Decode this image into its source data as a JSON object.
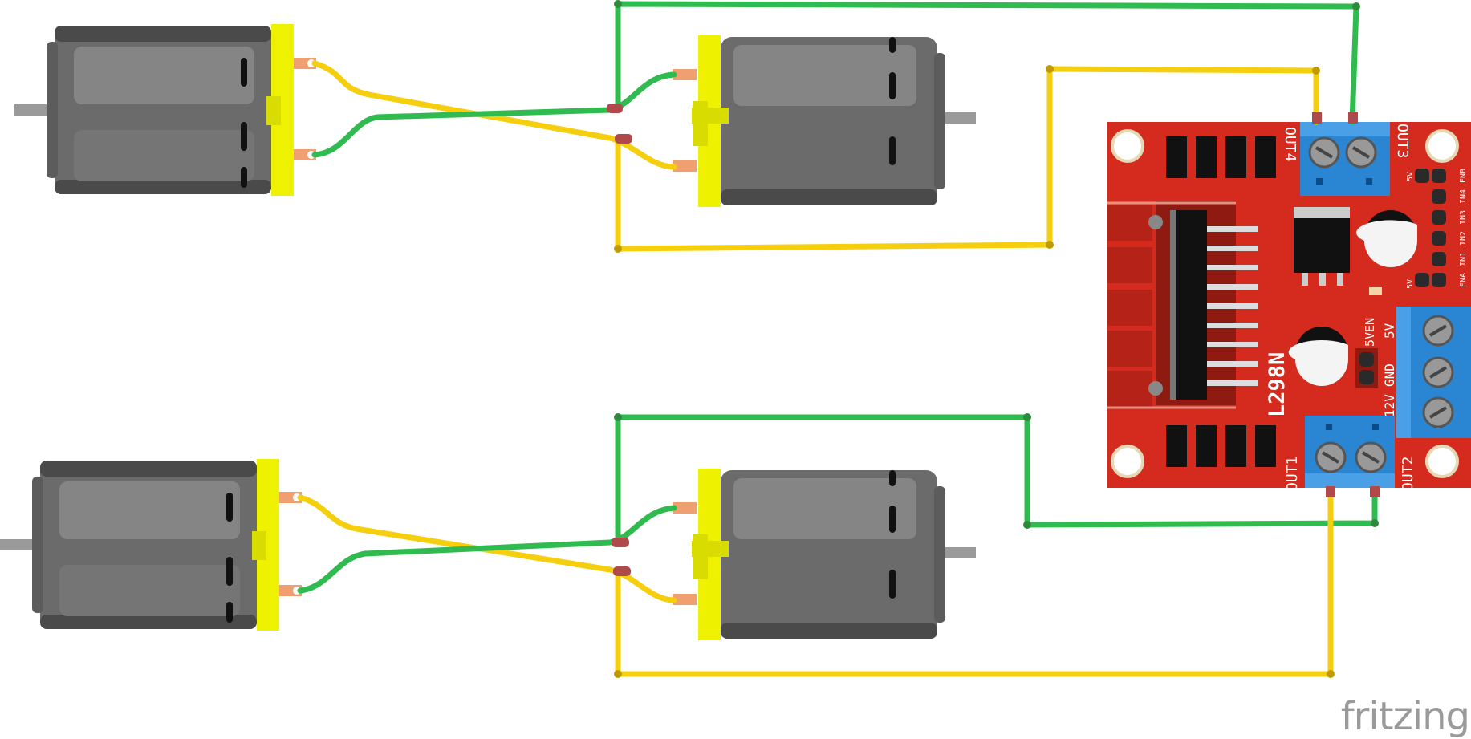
{
  "diagram": {
    "driver": {
      "chip_label": "L298N",
      "terminals": {
        "out1": "OUT1",
        "out2": "OUT2",
        "out3": "OUT3",
        "out4": "OUT4"
      },
      "power_labels": {
        "v12": "12V",
        "gnd": "GND",
        "v5": "5V"
      },
      "jumper_label": "5VEN",
      "header_labels": [
        "ENA",
        "IN1",
        "IN2",
        "IN3",
        "IN4",
        "ENB"
      ],
      "header_5v_label": "5V"
    },
    "motors": [
      "motor-top-left",
      "motor-top-right",
      "motor-bottom-left",
      "motor-bottom-right"
    ],
    "wire_colors": {
      "green": "#2fbb4f",
      "yellow": "#f5ce0e"
    }
  },
  "watermark": "fritzing"
}
